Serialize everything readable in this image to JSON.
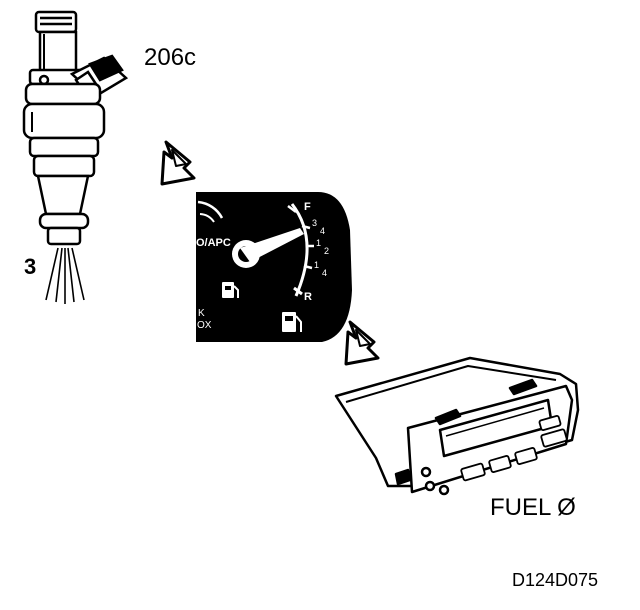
{
  "labels": {
    "injector_ref": "206c",
    "spray_ref": "3",
    "display_text": "FUEL Ø",
    "figure_code": "D124D075"
  },
  "gauge": {
    "left_text_1": "O/APC",
    "left_text_2": "K",
    "left_text_3": "OX",
    "mark_full": "F",
    "mark_three_quarter_num": "3",
    "mark_three_quarter_den": "4",
    "mark_half_num": "1",
    "mark_half_den": "2",
    "mark_quarter_num": "1",
    "mark_quarter_den": "4",
    "mark_reserve": "R"
  },
  "icons": {
    "fuel_pump_small": "fuel-pump-icon",
    "fuel_pump_large": "fuel-pump-icon",
    "arrow": "arrow-down-right-icon"
  },
  "colors": {
    "ink": "#000000",
    "paper": "#ffffff"
  }
}
